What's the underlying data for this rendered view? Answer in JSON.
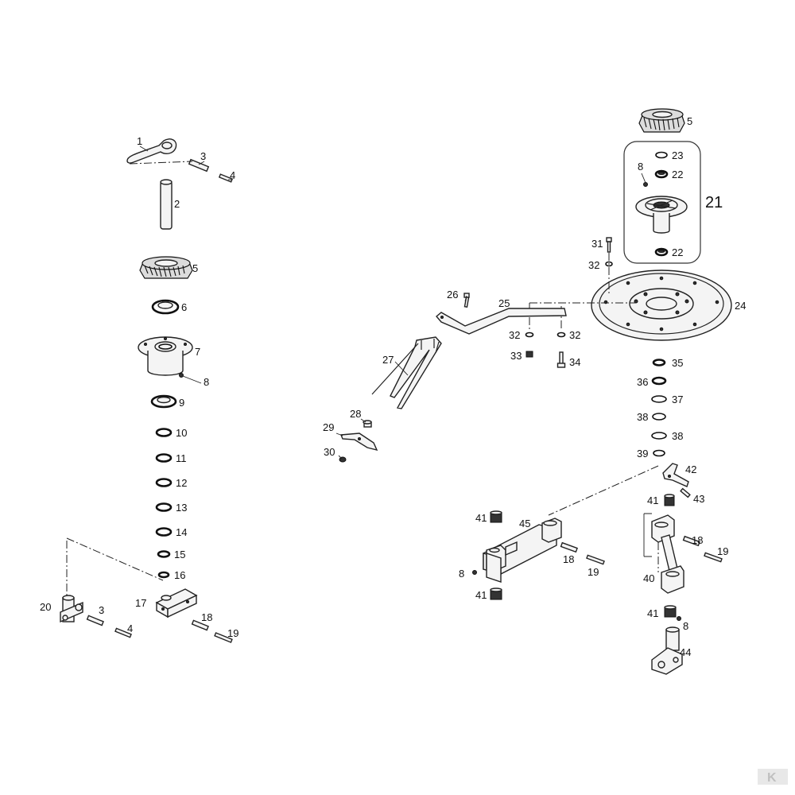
{
  "callouts": {
    "c1": "1",
    "c2": "2",
    "c3a": "3",
    "c4a": "4",
    "c5a": "5",
    "c6": "6",
    "c7": "7",
    "c8a": "8",
    "c9": "9",
    "c10": "10",
    "c11": "11",
    "c12": "12",
    "c13": "13",
    "c14": "14",
    "c15": "15",
    "c16": "16",
    "c17": "17",
    "c18a": "18",
    "c19a": "19",
    "c20": "20",
    "c3b": "3",
    "c4b": "4",
    "c5b": "5",
    "c23": "23",
    "c8b": "8",
    "c22a": "22",
    "c21": "21",
    "c22b": "22",
    "c31": "31",
    "c32a": "32",
    "c24": "24",
    "c26": "26",
    "c25": "25",
    "c32b": "32",
    "c32c": "32",
    "c33": "33",
    "c34": "34",
    "c27": "27",
    "c28": "28",
    "c29": "29",
    "c30": "30",
    "c35": "35",
    "c36": "36",
    "c37": "37",
    "c38a": "38",
    "c38b": "38",
    "c39": "39",
    "c42": "42",
    "c41a": "41",
    "c43": "43",
    "c45": "45",
    "c41b": "41",
    "c18b": "18",
    "c19b": "19",
    "c8c": "8",
    "c41c": "41",
    "c18c": "18",
    "c19c": "19",
    "c40": "40",
    "c41d": "41",
    "c8d": "8",
    "c44": "44"
  },
  "logo": {
    "text": "K"
  }
}
